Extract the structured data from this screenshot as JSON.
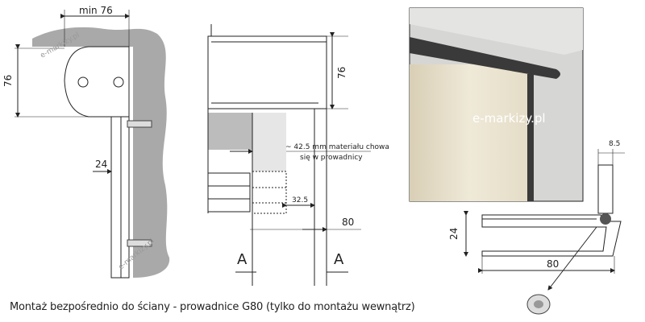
{
  "left_view": {
    "dim_top": "min 76",
    "dim_height": "76",
    "dim_gap": "24",
    "watermark": "e-markizy.pl"
  },
  "middle_view": {
    "dim_height": "76",
    "note_line1": "~ 42.5  mm materiału chowa",
    "note_line2": "się w prowadnicy",
    "dim_inner": "32.5",
    "dim_width": "80",
    "section_label_left": "A",
    "section_label_right": "A"
  },
  "photo": {
    "watermark": "e-markizy.pl"
  },
  "profile_view": {
    "dim_top": "8.5",
    "dim_height": "24",
    "dim_width": "80"
  },
  "caption": "Montaż bezpośrednio do ściany - prowadnice G80 (tylko do montażu wewnątrz)",
  "colors": {
    "wall": "#a9a9a9",
    "photo_wall": "#d6d6d4",
    "fabric": "#e9e2cf",
    "frame": "#3a3a3a"
  }
}
